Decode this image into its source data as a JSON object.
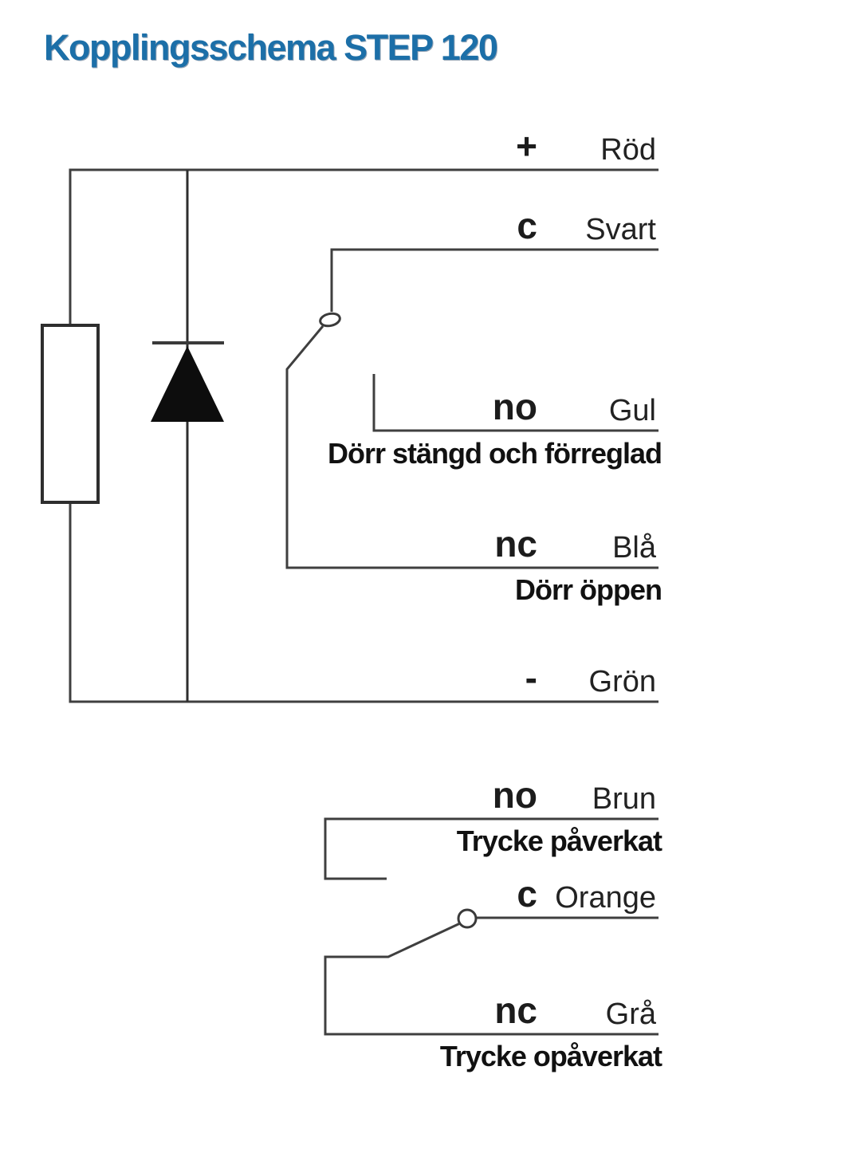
{
  "title": "Kopplingsschema STEP 120",
  "palette": {
    "title_blue": "#1c6fa8",
    "wire_line_gray": "#3f3f3f",
    "label_black": "#1c1c1c"
  },
  "diagram1": {
    "description": "door contact with resistor, diode and changeover switch",
    "terminals": [
      {
        "pin": "+",
        "wire_color": "Röd"
      },
      {
        "pin": "c",
        "wire_color": "Svart"
      },
      {
        "pin": "no",
        "wire_color": "Gul",
        "state_caption": "Dörr stängd och förreglad"
      },
      {
        "pin": "nc",
        "wire_color": "Blå",
        "state_caption": "Dörr öppen"
      },
      {
        "pin": "-",
        "wire_color": "Grön"
      }
    ]
  },
  "diagram2": {
    "description": "handle changeover switch",
    "terminals": [
      {
        "pin": "no",
        "wire_color": "Brun",
        "state_caption": "Trycke påverkat"
      },
      {
        "pin": "c",
        "wire_color": "Orange"
      },
      {
        "pin": "nc",
        "wire_color": "Grå",
        "state_caption": "Trycke opåverkat"
      }
    ]
  }
}
